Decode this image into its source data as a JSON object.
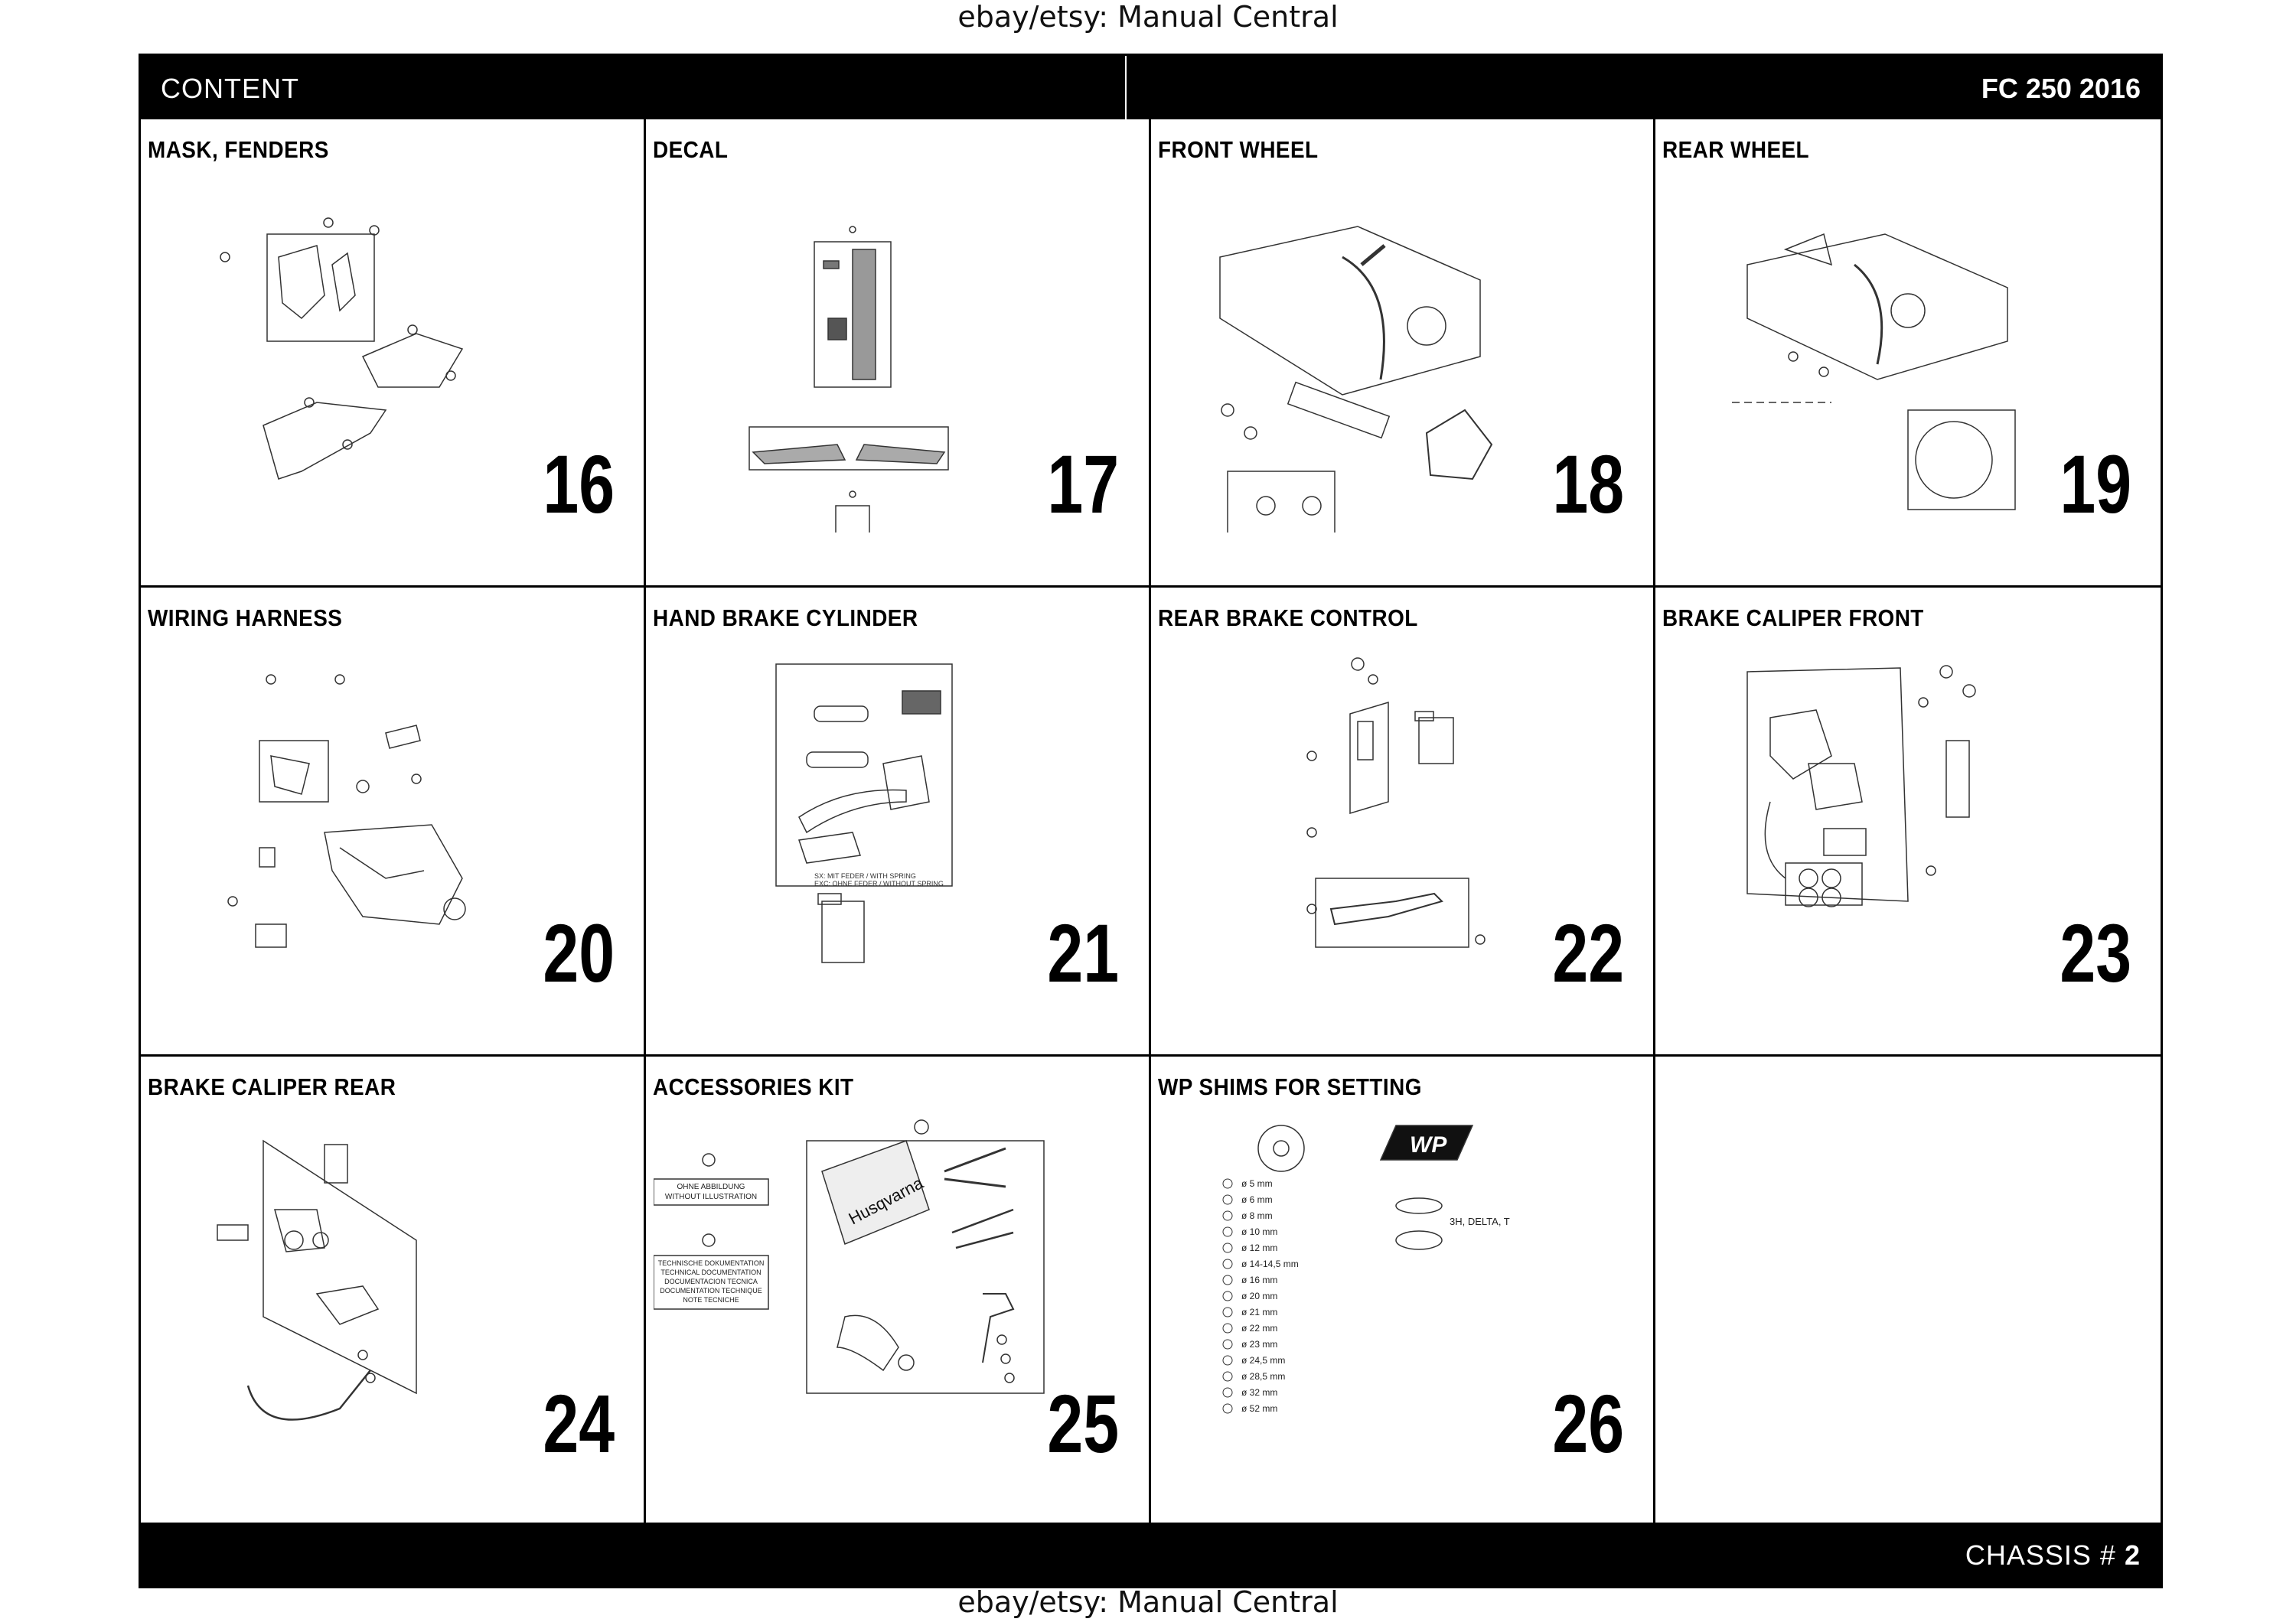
{
  "watermark": "ebay/etsy: Manual Central",
  "header": {
    "section_label": "CONTENT",
    "model": "FC 250 2016"
  },
  "footer": {
    "section": "CHASSIS #",
    "page": "2"
  },
  "cells": [
    {
      "title": "MASK, FENDERS",
      "page": "16"
    },
    {
      "title": "DECAL",
      "page": "17"
    },
    {
      "title": "FRONT WHEEL",
      "page": "18"
    },
    {
      "title": "REAR WHEEL",
      "page": "19"
    },
    {
      "title": "WIRING HARNESS",
      "page": "20"
    },
    {
      "title": "HAND BRAKE CYLINDER",
      "page": "21"
    },
    {
      "title": "REAR BRAKE CONTROL",
      "page": "22"
    },
    {
      "title": "BRAKE CALIPER FRONT",
      "page": "23"
    },
    {
      "title": "BRAKE CALIPER REAR",
      "page": "24"
    },
    {
      "title": "ACCESSORIES KIT",
      "page": "25"
    },
    {
      "title": "WP SHIMS FOR SETTING",
      "page": "26"
    },
    {
      "title": "",
      "page": ""
    }
  ],
  "illustration_labels": {
    "accessories_no_illustration": [
      "OHNE ABBILDUNG",
      "WITHOUT ILLUSTRATION"
    ],
    "accessories_docs": [
      "TECHNISCHE DOKUMENTATION",
      "TECHNICAL DOCUMENTATION",
      "DOCUMENTACION TECNICA",
      "DOCUMENTATION TECHNIQUE",
      "NOTE TECNICHE"
    ],
    "accessories_brand": "Husqvarna",
    "shims_brand": "WP",
    "shims_sizes": [
      "ø 5 mm",
      "ø 6 mm",
      "ø 8 mm",
      "ø 10 mm",
      "ø 12 mm",
      "ø 14-14,5 mm",
      "ø 16 mm",
      "ø 20 mm",
      "ø 21 mm",
      "ø 22 mm",
      "ø 23 mm",
      "ø 24,5 mm",
      "ø 28,5 mm",
      "ø 32 mm",
      "ø 52 mm"
    ],
    "shims_note": "3H, DELTA, T",
    "brake_spring_note": [
      "SX: MIT FEDER / WITH SPRING",
      "EXC: OHNE FEDER / WITHOUT SPRING"
    ]
  }
}
